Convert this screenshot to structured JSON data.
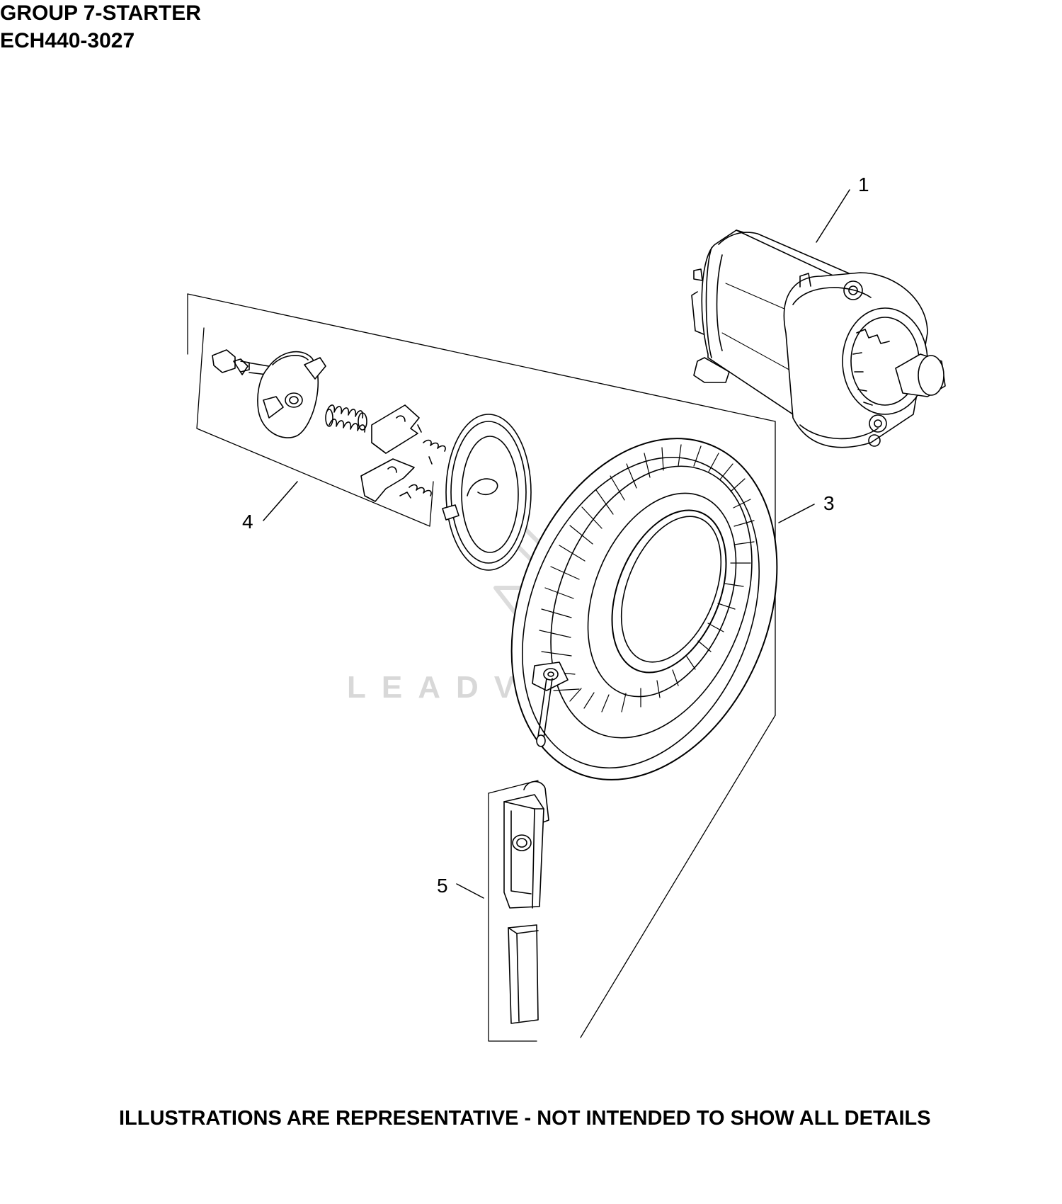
{
  "header": {
    "group_title": "GROUP 7-STARTER",
    "model_code": "ECH440-3027"
  },
  "footer": {
    "disclaimer": "ILLUSTRATIONS ARE REPRESENTATIVE - NOT INTENDED TO SHOW ALL DETAILS"
  },
  "watermark": {
    "text": "LEADVENTURE"
  },
  "callouts": [
    {
      "number": "1",
      "part": "electric-starter-motor"
    },
    {
      "number": "3",
      "part": "recoil-starter-assembly"
    },
    {
      "number": "4",
      "part": "ratchet-kit"
    },
    {
      "number": "5",
      "part": "starter-handle"
    }
  ],
  "colors": {
    "line": "#000000",
    "watermark": "#d8d8d8"
  }
}
